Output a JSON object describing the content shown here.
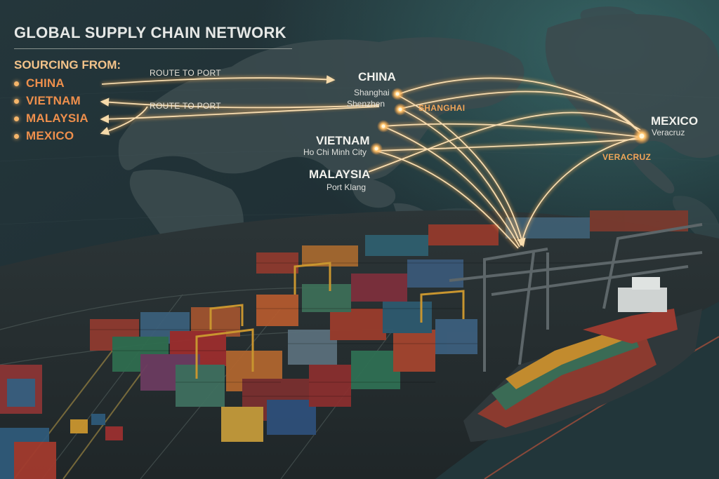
{
  "title": "GLOBAL SUPPLY CHAIN NETWORK",
  "sourcing": {
    "heading": "SOURCING FROM:",
    "items": [
      "CHINA",
      "VIETNAM",
      "MALAYSIA",
      "MEXICO"
    ]
  },
  "routes": {
    "label_top": "ROUTE TO PORT",
    "label_bottom": "ROUTE TO PORT"
  },
  "map_labels": {
    "china": {
      "country": "CHINA",
      "city1": "Shanghai",
      "city2": "Shenzhen",
      "port_tag": "SHANGHAI"
    },
    "vietnam": {
      "country": "VIETNAM",
      "city": "Ho Chi Minh City"
    },
    "malaysia": {
      "country": "MALAYSIA",
      "city": "Port Klang"
    },
    "mexico": {
      "country": "MEXICO",
      "city": "Veracruz",
      "port_tag": "VERACRUZ"
    }
  },
  "colors": {
    "accent_orange": "#ee8f4c",
    "route_glow": "#ffd9a0",
    "map_land": "#3a4a4e",
    "sea": "#1d2b30"
  }
}
